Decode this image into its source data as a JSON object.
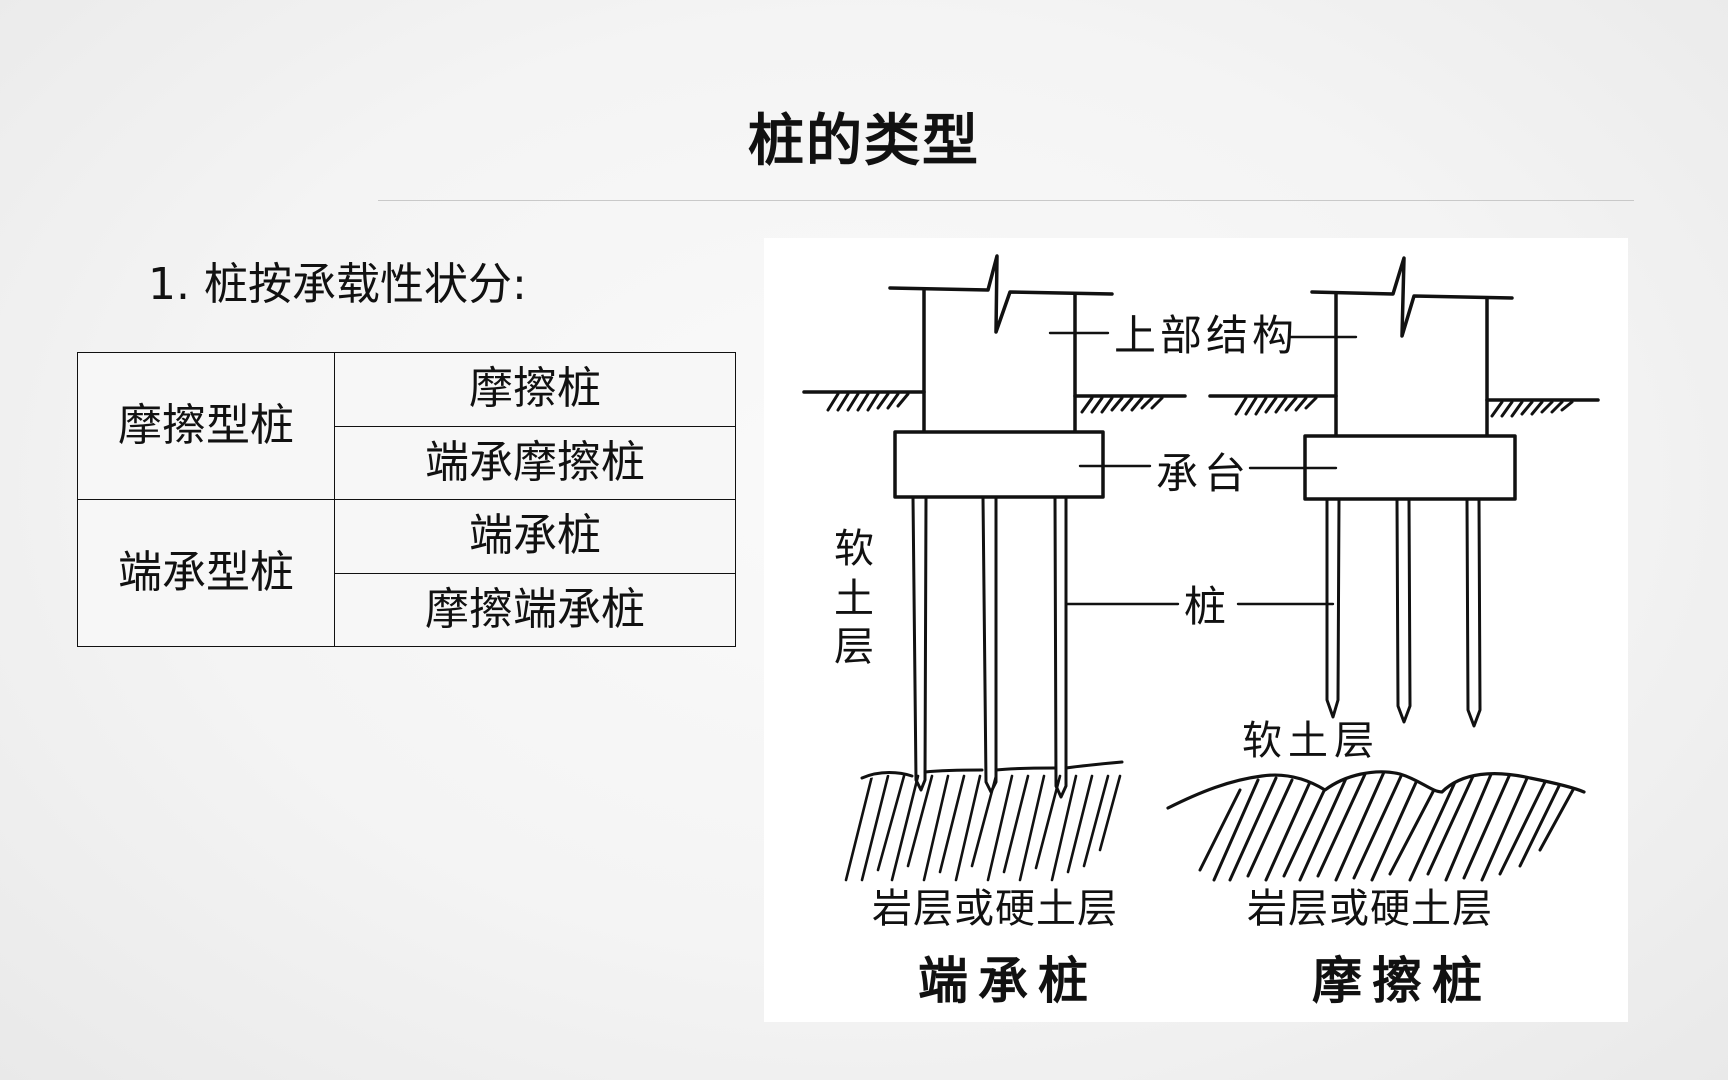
{
  "title": "桩的类型",
  "section_heading": "1. 桩按承载性状分:",
  "classification_table": {
    "groups": [
      {
        "category": "摩擦型桩",
        "subtypes": [
          "摩擦桩",
          "端承摩擦桩"
        ]
      },
      {
        "category": "端承型桩",
        "subtypes": [
          "端承桩",
          "摩擦端承桩"
        ]
      }
    ]
  },
  "diagram": {
    "labels": {
      "superstructure": "上部结构",
      "pile_cap": "承台",
      "pile": "桩",
      "soft_soil_vertical": [
        "软",
        "土",
        "层"
      ],
      "soft_soil": "软土层",
      "rock_layer_left": "岩层或硬土层",
      "rock_layer_right": "岩层或硬土层"
    },
    "captions": {
      "end_bearing": "端承桩",
      "friction": "摩擦桩"
    }
  }
}
